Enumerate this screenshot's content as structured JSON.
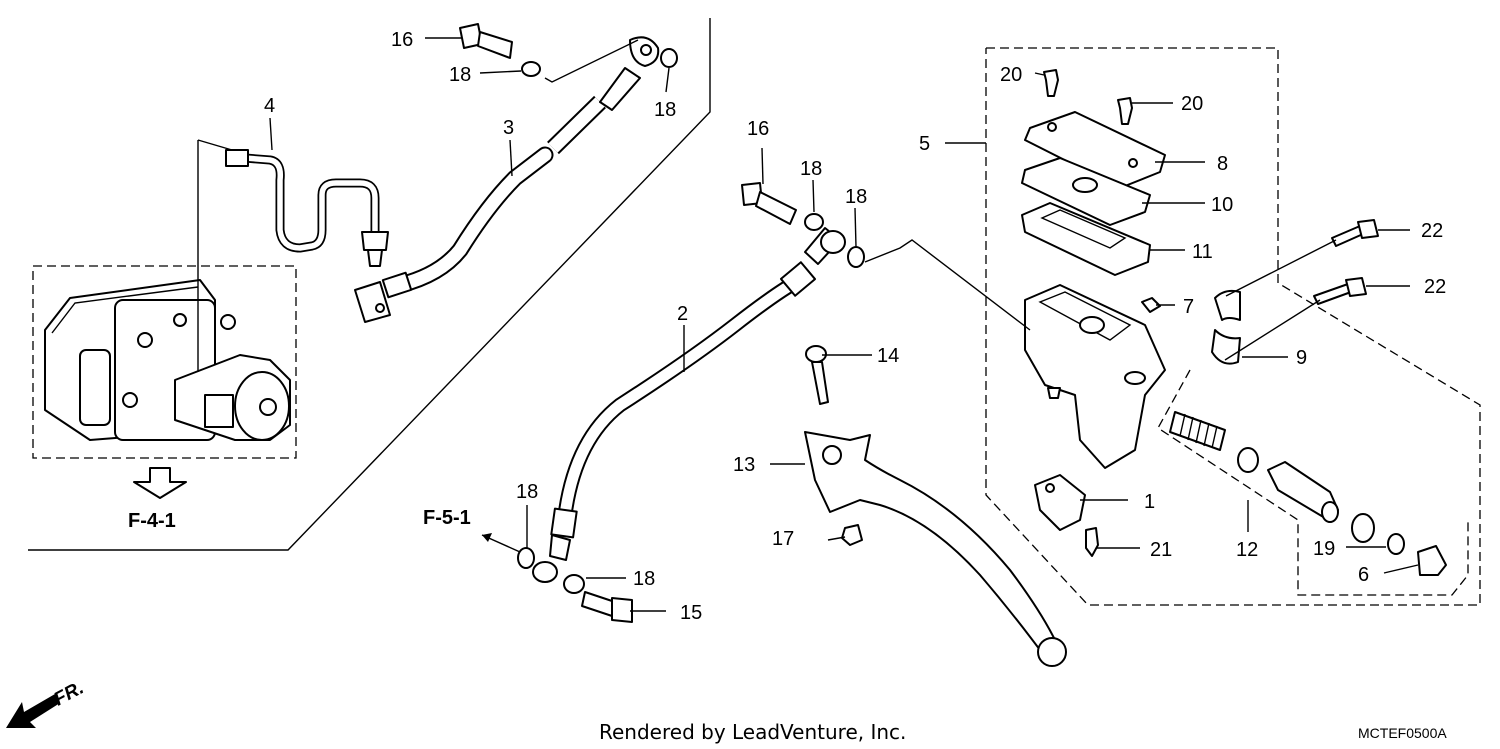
{
  "diagram": {
    "callouts": [
      "16",
      "18",
      "18",
      "4",
      "3",
      "16",
      "18",
      "18",
      "2",
      "20",
      "20",
      "5",
      "8",
      "10",
      "11",
      "22",
      "22",
      "7",
      "9",
      "14",
      "13",
      "1",
      "21",
      "12",
      "19",
      "6",
      "17",
      "18",
      "18",
      "15"
    ],
    "section_refs": [
      "F-4-1",
      "F-5-1"
    ],
    "direction_label": "FR.",
    "credit": "Rendered by LeadVenture, Inc.",
    "diagram_code": "MCTEF0500A"
  }
}
